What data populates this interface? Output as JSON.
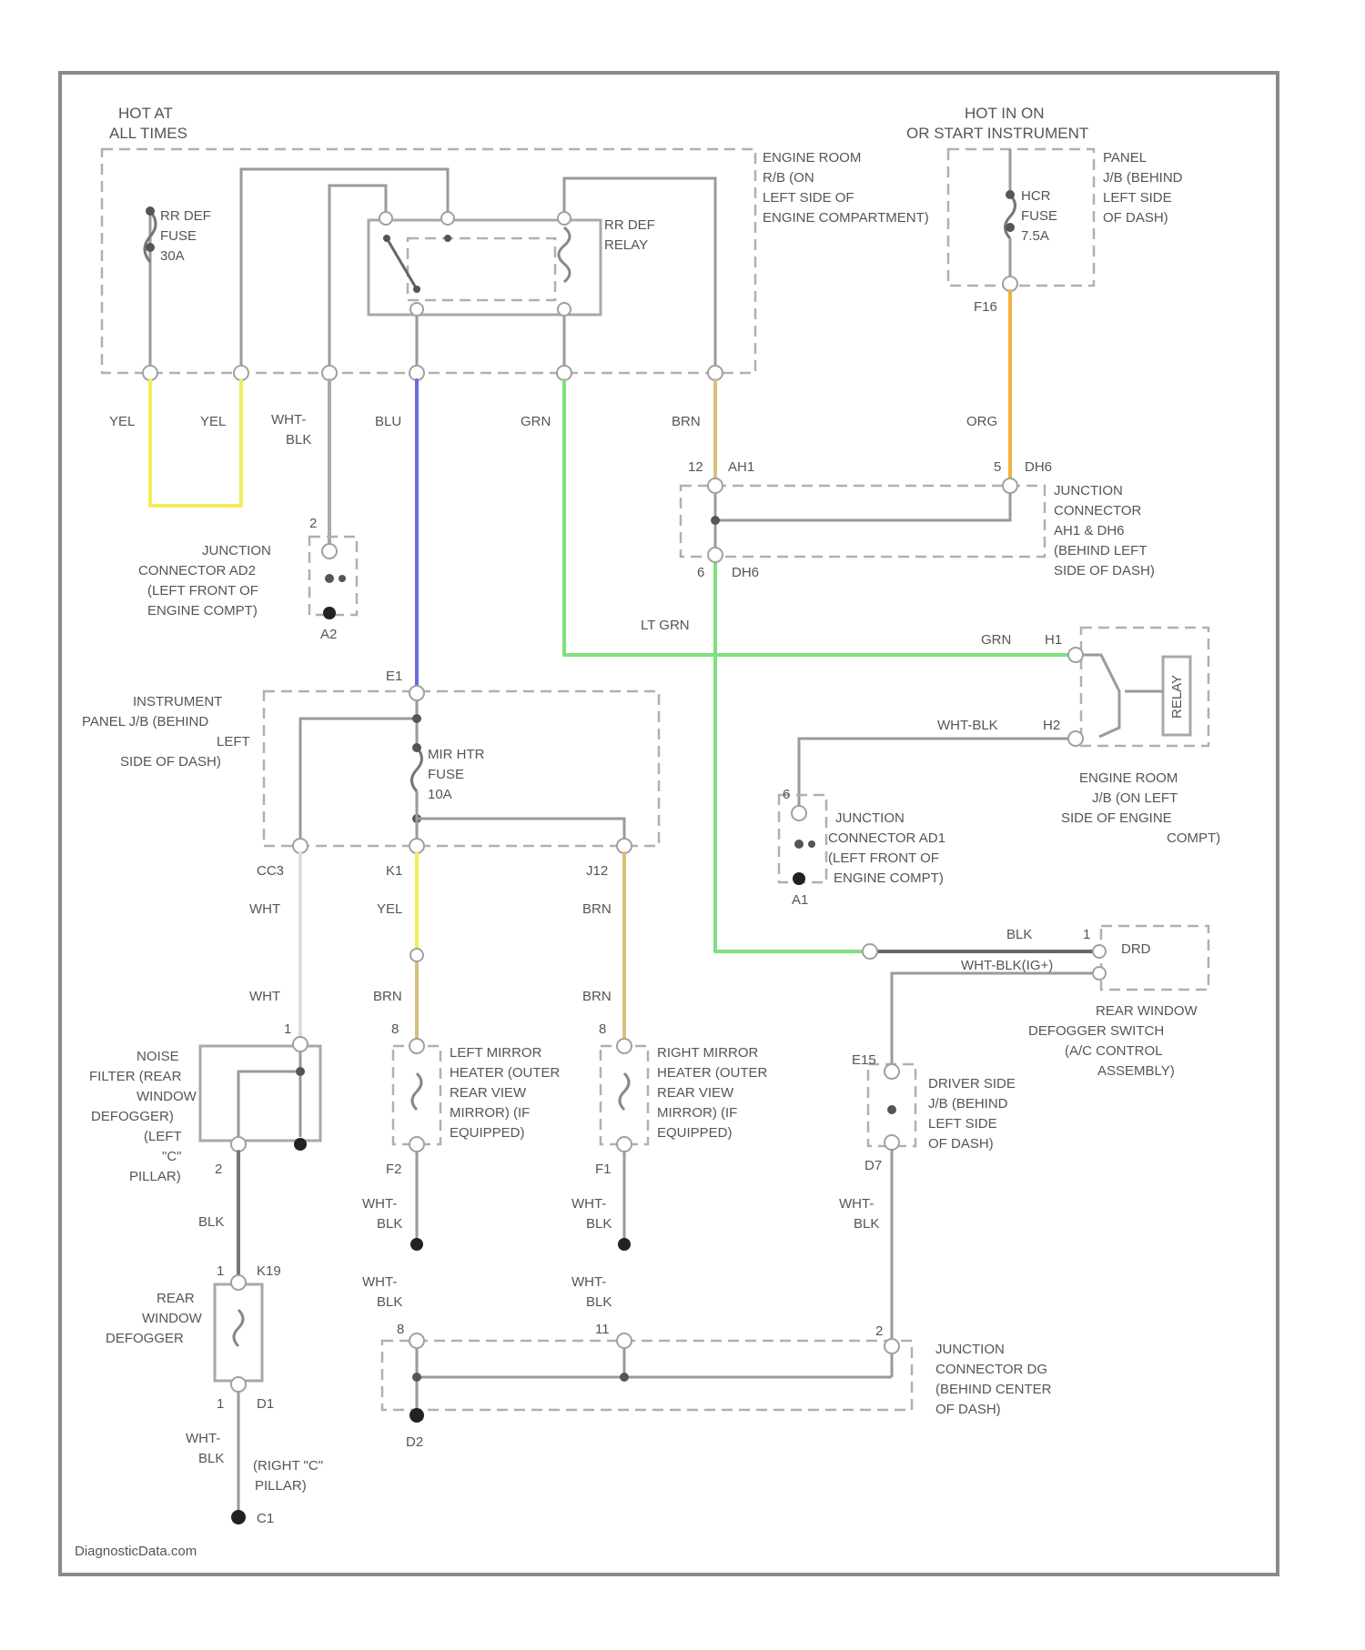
{
  "colors": {
    "yel": "#f2ec5c",
    "blu": "#6b6be0",
    "grn": "#7ee07e",
    "brn": "#d8c07a",
    "org": "#f0b040",
    "wht": "#dddddd",
    "blk": "#555555",
    "gray": "#9a9a9a"
  },
  "labels": {
    "hot_at": "HOT AT",
    "all_times": "ALL TIMES",
    "rr_def_fuse": [
      "RR DEF",
      "FUSE",
      "30A"
    ],
    "rr_def_relay": [
      "RR DEF",
      "RELAY"
    ],
    "engine_room_rb": [
      "ENGINE ROOM",
      "R/B (ON",
      "LEFT SIDE OF",
      "ENGINE COMPARTMENT)"
    ],
    "hot_in_on": "HOT IN ON",
    "or_start_instrument": "OR START INSTRUMENT",
    "panel_jb": [
      "PANEL",
      "J/B (BEHIND",
      "LEFT SIDE",
      "OF DASH)"
    ],
    "hcr_fuse": [
      "HCR",
      "FUSE",
      "7.5A"
    ],
    "yel1": "YEL",
    "yel2": "YEL",
    "wht_blk_1": [
      "WHT-",
      "BLK"
    ],
    "blu": "BLU",
    "grn_top": "GRN",
    "brn_top": "BRN",
    "org": "ORG",
    "pin_f16": "F16",
    "pin_12": "12",
    "pin_ah1": "AH1",
    "pin_5": "5",
    "pin_dh6": "DH6",
    "junction_dh": [
      "JUNCTION",
      "CONNECTOR",
      "AH1 & DH6",
      "(BEHIND LEFT",
      "SIDE OF DASH)"
    ],
    "pin_dh6_bottom": "DH6",
    "pin_6": "6",
    "junction_ad2": [
      "JUNCTION",
      "CONNECTOR AD2",
      "(LEFT FRONT OF",
      "ENGINE COMPT)"
    ],
    "pin_a2": "A2",
    "lt_grn": "LT GRN",
    "grn_h1": "GRN",
    "pin_h1": "H1",
    "pin_e1": "E1",
    "instr_panel_jb": [
      "INSTRUMENT",
      "PANEL J/B (BEHIND",
      "LEFT",
      "SIDE OF DASH)"
    ],
    "mir_htr_fuse": [
      "MIR HTR",
      "FUSE",
      "10A"
    ],
    "wht_blk_h2": "WHT-BLK",
    "pin_h2": "H2",
    "engine_room_jb": [
      "ENGINE ROOM",
      "J/B (ON LEFT",
      "SIDE OF ENGINE",
      "COMPT)"
    ],
    "junction_ad1": [
      "JUNCTION",
      "CONNECTOR AD1",
      "(LEFT FRONT OF",
      "ENGINE COMPT)"
    ],
    "pin_a1": "A1",
    "pin_6b": "6",
    "relay_box_text": "RELAY",
    "pin_cc3": "CC3",
    "pin_k1": "K1",
    "pin_j12": "J12",
    "wht1": "WHT",
    "yel3": "YEL",
    "brn1": "BRN",
    "blk_sw": "BLK",
    "wht_blk_ig": "WHT-BLK(IG+)",
    "pin_1": "1",
    "switch_drd": "DRD",
    "rear_switch": [
      "REAR WINDOW",
      "DEFOGGER SWITCH",
      "(A/C CONTROL",
      "ASSEMBLY)"
    ],
    "wht2": "WHT",
    "brn2": "BRN",
    "brn3": "BRN",
    "noise_filter": [
      "NOISE",
      "FILTER (REAR",
      "WINDOW",
      "DEFOGGER)",
      "(LEFT",
      "\"C\"",
      "PILLAR)"
    ],
    "left_mirror": [
      "LEFT MIRROR",
      "HEATER (OUTER",
      "REAR VIEW",
      "MIRROR) (IF",
      "EQUIPPED)"
    ],
    "right_mirror": [
      "RIGHT MIRROR",
      "HEATER (OUTER",
      "REAR VIEW",
      "MIRROR) (IF",
      "EQUIPPED)"
    ],
    "pin_e15": "E15",
    "driver_jb": [
      "DRIVER SIDE",
      "J/B (BEHIND",
      "LEFT SIDE",
      "OF DASH)"
    ],
    "pin_d7": "D7",
    "pin_2": "2",
    "blk2": "BLK",
    "pin_f2": "F2",
    "pin_f1": "F1",
    "wht_blk_2": [
      "WHT-",
      "BLK"
    ],
    "wht_blk_3": [
      "WHT-",
      "BLK"
    ],
    "wht_blk_4": [
      "WHT-",
      "BLK"
    ],
    "wht_blk_5": [
      "WHT-",
      "BLK"
    ],
    "wht_blk_6": [
      "WHT-",
      "BLK"
    ],
    "wht_blk_7": [
      "WHT-",
      "BLK"
    ],
    "pin_k19": "K19",
    "rear_defogger": [
      "REAR",
      "WINDOW",
      "DEFOGGER"
    ],
    "pin_d1": "D1",
    "pin_8": "8",
    "pin_11": "11",
    "pin_2b": "2",
    "junction_dg": [
      "JUNCTION",
      "CONNECTOR DG",
      "(BEHIND CENTER",
      "OF DASH)"
    ],
    "pin_d2": "D2",
    "right_c_pillar": [
      "(RIGHT \"C\"",
      "PILLAR)"
    ],
    "pin_c1": "C1",
    "watermark": "DiagnosticData.com"
  }
}
